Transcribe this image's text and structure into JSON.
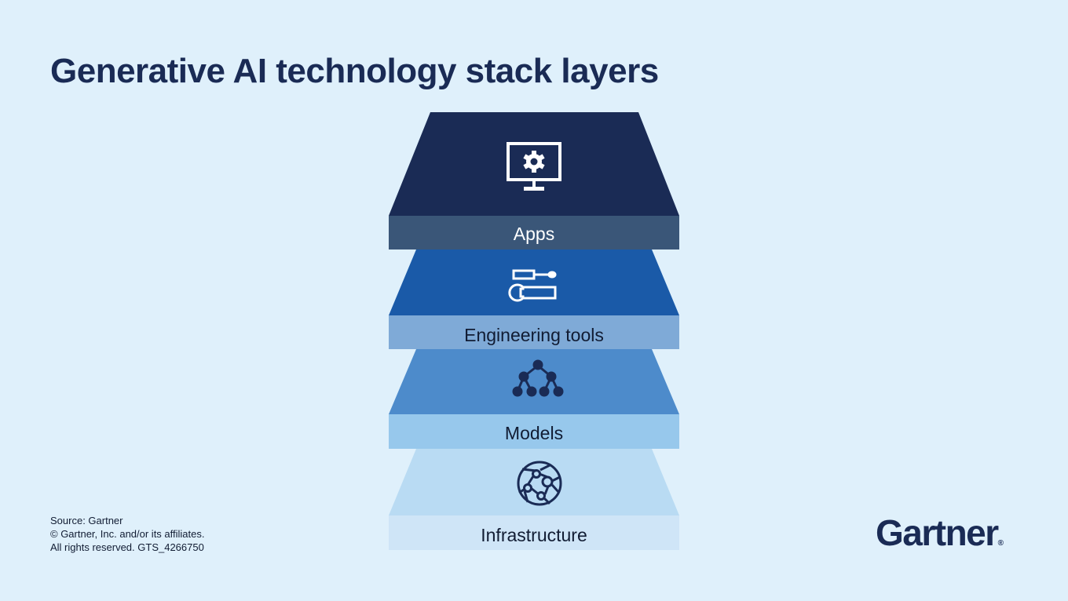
{
  "title": "Generative AI technology stack layers",
  "layers": [
    {
      "label": "Apps",
      "icon": "monitor-gear-icon",
      "top_color": "#1a2b55",
      "band_color": "#3a5678",
      "text_color": "#ffffff",
      "icon_color": "#ffffff"
    },
    {
      "label": "Engineering tools",
      "icon": "tools-icon",
      "top_color": "#1a5aa8",
      "band_color": "#7faad7",
      "text_color": "#111c33",
      "icon_color": "#ffffff"
    },
    {
      "label": "Models",
      "icon": "tree-network-icon",
      "top_color": "#4d8bcb",
      "band_color": "#97c8ec",
      "text_color": "#111c33",
      "icon_color": "#1a2b55"
    },
    {
      "label": "Infrastructure",
      "icon": "globe-network-icon",
      "top_color": "#b9dbf3",
      "band_color": "#cfe5f7",
      "text_color": "#111c33",
      "icon_color": "#1a2b55"
    }
  ],
  "footer": {
    "source": "Source: Gartner",
    "copyright": "© Gartner, Inc. and/or its affiliates.",
    "rights": "All rights reserved. GTS_4266750"
  },
  "logo": {
    "text": "Gartner",
    "mark": "®"
  }
}
